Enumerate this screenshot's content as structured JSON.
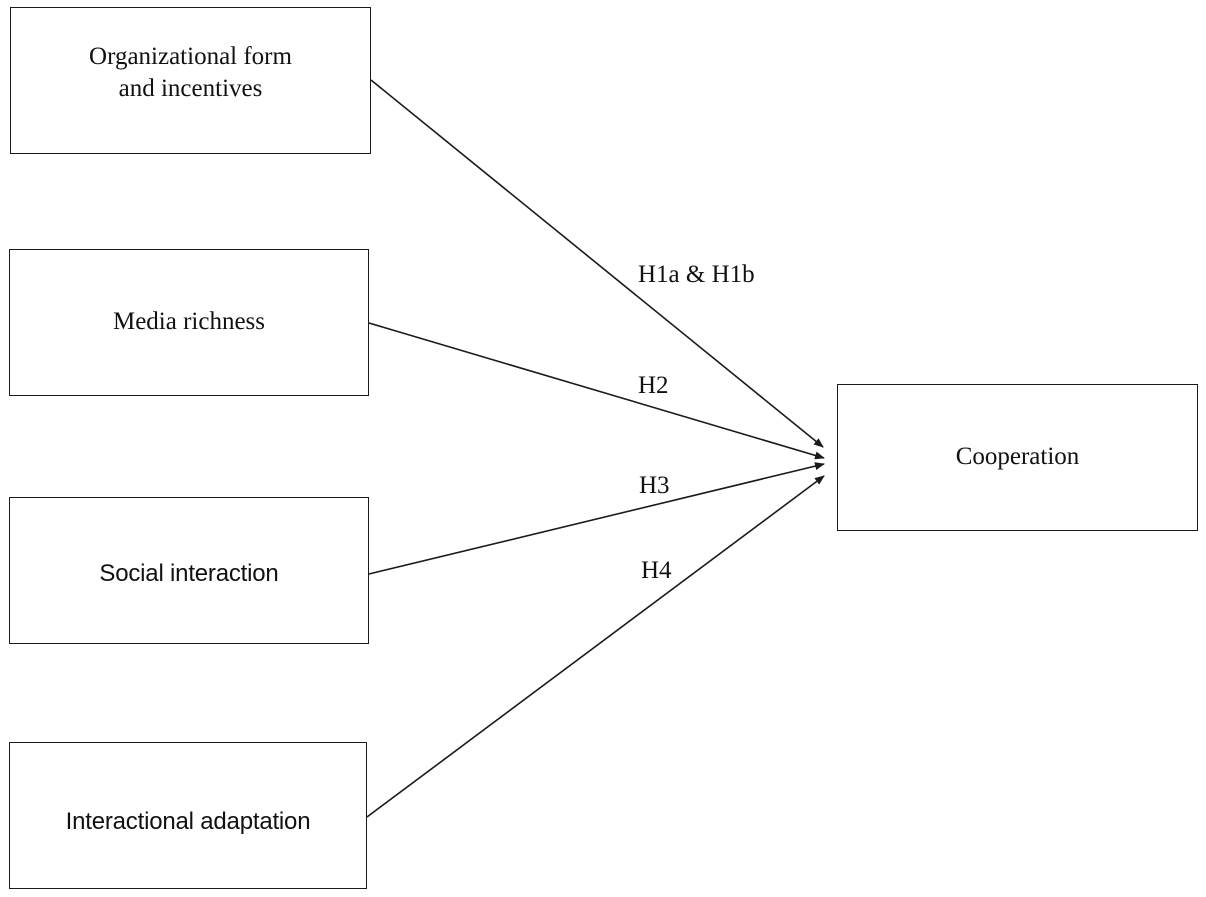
{
  "nodes": {
    "org": "Organizational form\nand incentives",
    "media": "Media richness",
    "social": "Social interaction",
    "adapt": "Interactional adaptation",
    "coop": "Cooperation"
  },
  "edges": {
    "h1": "H1a & H1b",
    "h2": "H2",
    "h3": "H3",
    "h4": "H4"
  },
  "colors": {
    "stroke": "#1a1a1a",
    "text": "#111111",
    "background": "#ffffff"
  }
}
